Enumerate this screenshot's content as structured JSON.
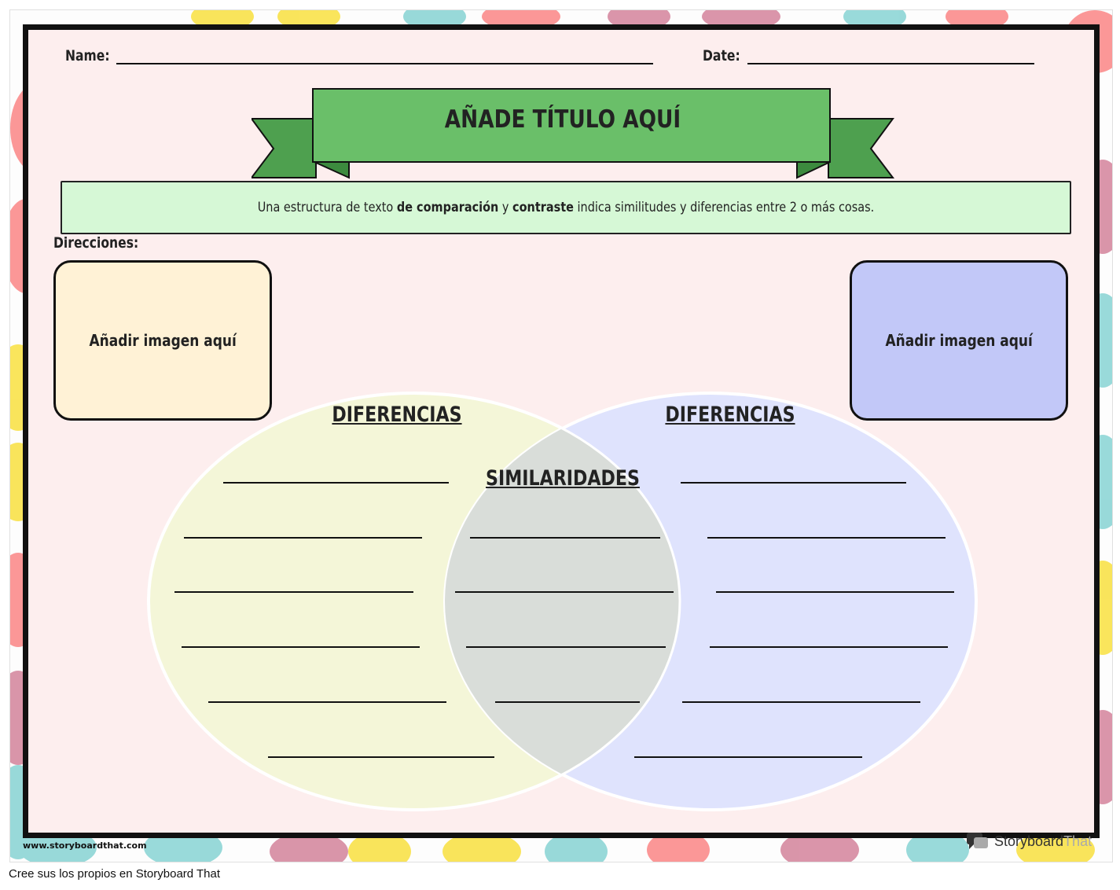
{
  "worksheet": {
    "name_label": "Name:",
    "date_label": "Date:",
    "title": "AÑADE TÍTULO AQUÍ",
    "description": {
      "part1": "Una estructura de texto ",
      "bold1": "de comparación",
      "part2": " y ",
      "bold2": "contraste",
      "part3": " indica similitudes y diferencias entre 2 o más cosas."
    },
    "directions_label": "Direcciones:",
    "image_left_label": "Añadir imagen aquí",
    "image_right_label": "Añadir imagen aquí",
    "venn": {
      "left_heading": "DIFERENCIAS",
      "right_heading": "DIFERENCIAS",
      "center_heading": "SIMILARIDADES"
    }
  },
  "colors": {
    "left_circle": "#f4f6d8",
    "right_circle": "#dfe3fd",
    "overlap": "#d9ddd9",
    "banner": "#6abf69",
    "banner_dark": "#4ea04f",
    "description_bg": "#d6f8d6",
    "left_box": "#fff2d6",
    "right_box": "#c2c8f8"
  },
  "footer": {
    "url": "www.storyboardthat.com",
    "brand_first": "Storyboard",
    "brand_second": "That"
  },
  "caption": "Cree sus los propios en Storyboard That"
}
